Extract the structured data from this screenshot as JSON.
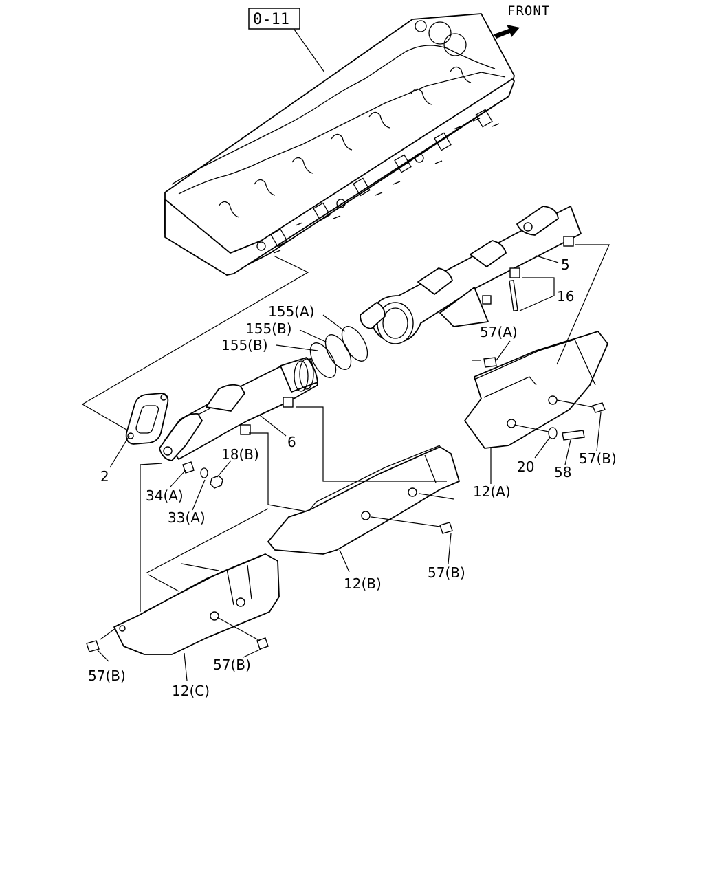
{
  "diagram": {
    "reference_box": "0-11",
    "direction_label": "FRONT",
    "callouts": {
      "c2": "2",
      "c5": "5",
      "c6": "6",
      "c16": "16",
      "c20": "20",
      "c58": "58",
      "c155a": "155(A)",
      "c155b_upper": "155(B)",
      "c155b_lower": "155(B)",
      "c57a": "57(A)",
      "c57b_right": "57(B)",
      "c57b_mid": "57(B)",
      "c57b_left": "57(B)",
      "c57b_bottom": "57(B)",
      "c18b": "18(B)",
      "c34a": "34(A)",
      "c33a": "33(A)",
      "c12a": "12(A)",
      "c12b": "12(B)",
      "c12c": "12(C)"
    }
  }
}
